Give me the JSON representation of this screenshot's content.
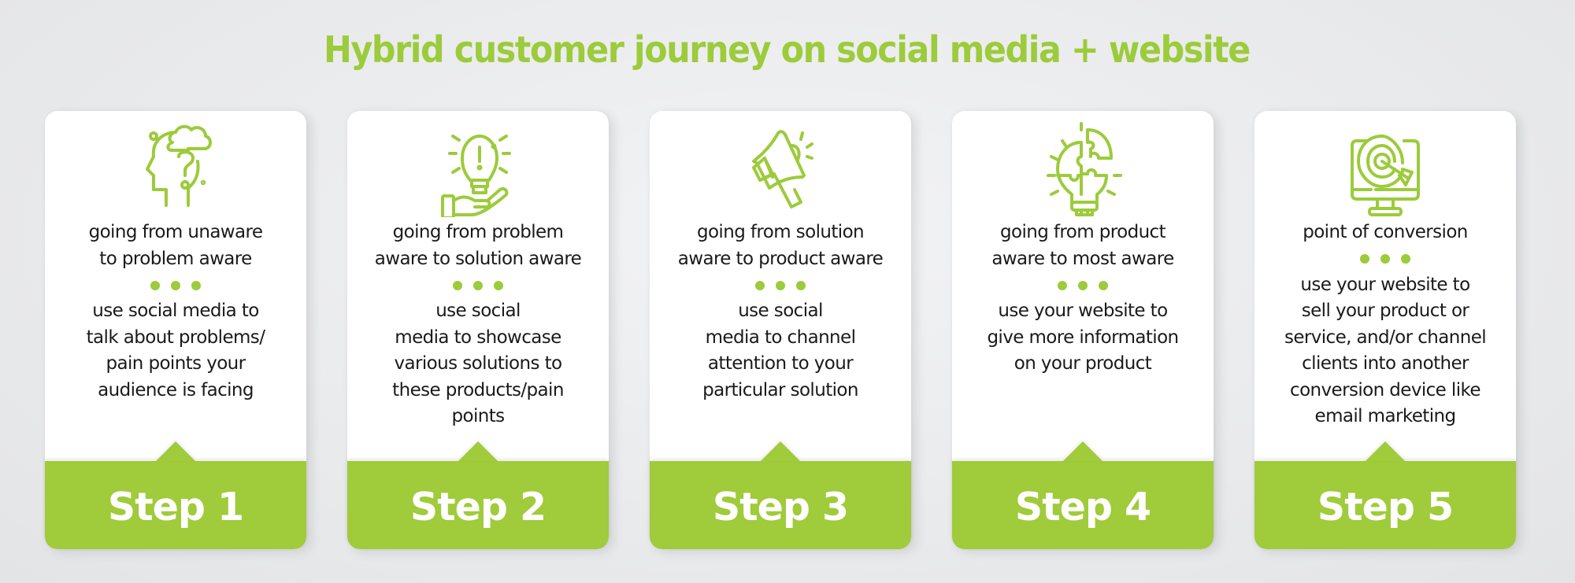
{
  "title": "Hybrid customer journey on social media + website",
  "colors": {
    "accent": "#a0cb3a",
    "title": "#9ccb3b",
    "text": "#1a1a1a",
    "card": "#ffffff",
    "background": "#eceded"
  },
  "steps": [
    {
      "icon": "head-question-icon",
      "stage_lines": [
        "going from unaware",
        "to problem aware"
      ],
      "action_lines": [
        "use social media to",
        "talk about problems/",
        "pain points your",
        "audience is facing"
      ],
      "label": "Step 1"
    },
    {
      "icon": "lightbulb-hand-icon",
      "stage_lines": [
        "going from problem",
        "aware to solution aware"
      ],
      "action_lines": [
        "use social",
        "media to showcase",
        "various solutions to",
        "these products/pain",
        "points"
      ],
      "label": "Step 2"
    },
    {
      "icon": "megaphone-icon",
      "stage_lines": [
        "going from solution",
        "aware to product aware"
      ],
      "action_lines": [
        "use social",
        "media to channel",
        "attention to your",
        "particular solution"
      ],
      "label": "Step 3"
    },
    {
      "icon": "puzzle-lightbulb-icon",
      "stage_lines": [
        "going from product",
        "aware to most aware"
      ],
      "action_lines": [
        "use your website to",
        "give more information",
        "on your product"
      ],
      "label": "Step 4"
    },
    {
      "icon": "monitor-target-icon",
      "stage_lines": [
        "point of conversion"
      ],
      "action_lines": [
        "use your website to",
        "sell your product or",
        "service, and/or channel",
        "clients into another",
        "conversion device like",
        "email marketing"
      ],
      "label": "Step 5"
    }
  ]
}
